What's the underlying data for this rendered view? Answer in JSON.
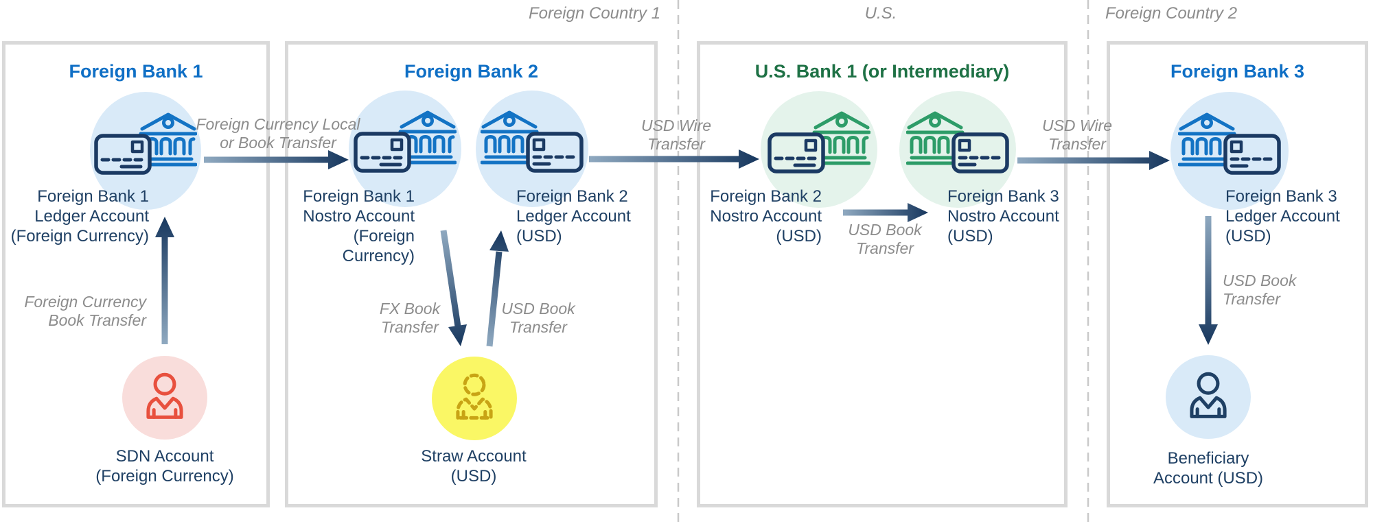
{
  "regions": [
    {
      "label": "Foreign Country 1"
    },
    {
      "label": "U.S."
    },
    {
      "label": "Foreign Country 2"
    }
  ],
  "banks": [
    {
      "title": "Foreign Bank 1"
    },
    {
      "title": "Foreign Bank 2"
    },
    {
      "title": "U.S. Bank 1 (or Intermediary)"
    },
    {
      "title": "Foreign Bank 3"
    }
  ],
  "accounts": {
    "fb1_ledger": "Foreign Bank 1\nLedger Account\n(Foreign Currency)",
    "fb1_nostro": "Foreign Bank 1\nNostro Account\n(Foreign\nCurrency)",
    "fb2_ledger": "Foreign Bank 2\nLedger Account\n(USD)",
    "fb2_nostro": "Foreign Bank 2\nNostro Account\n(USD)",
    "fb3_nostro": "Foreign Bank 3\nNostro Account\n(USD)",
    "fb3_ledger": "Foreign Bank 3\nLedger Account\n(USD)",
    "sdn": "SDN Account\n(Foreign Currency)",
    "straw": "Straw Account\n(USD)",
    "beneficiary": "Beneficiary\nAccount (USD)"
  },
  "flows": {
    "fc_local_or_book": "Foreign Currency Local\nor Book Transfer",
    "fc_book": "Foreign Currency\nBook Transfer",
    "fx_book": "FX Book\nTransfer",
    "usd_book_straw": "USD Book\nTransfer",
    "usd_wire_1": "USD Wire\nTransfer",
    "usd_book_us": "USD Book\nTransfer",
    "usd_wire_2": "USD Wire\nTransfer",
    "usd_book_beneficiary": "USD Book\nTransfer"
  },
  "colors": {
    "bank_title_blue": "#0F6FC5",
    "bank_title_green": "#1E7145",
    "building_blue": "#1373C4",
    "building_green": "#2D9C68",
    "card_navy": "#1B3A63",
    "label_navy": "#1F4064",
    "flow_grey": "#8C8C8C",
    "circle_blue": "#D9EAF8",
    "circle_green": "#E4F3EB",
    "circle_pink": "#F9DDDB",
    "circle_yellow": "#FAF765",
    "person_red": "#E8503E",
    "person_gold": "#C8A415",
    "arrow_dark": "#17375E",
    "arrow_light": "#8FA9C0",
    "box_border": "#D9D9D9",
    "divider_grey": "#C9C9C9"
  }
}
